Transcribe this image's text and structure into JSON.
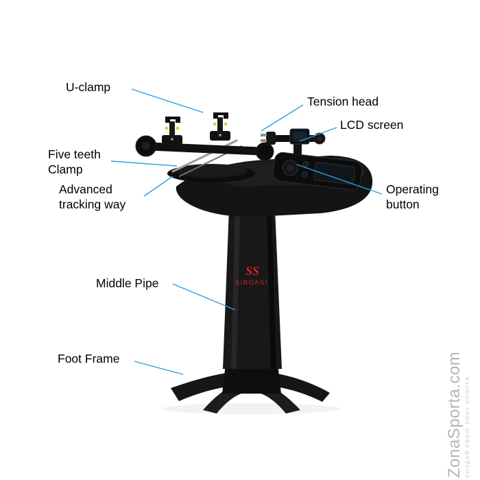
{
  "callouts": {
    "u_clamp": {
      "text": "U-clamp"
    },
    "tension_head": {
      "text": "Tension head"
    },
    "lcd_screen": {
      "text": "LCD screen"
    },
    "five_teeth_clamp": {
      "line1": "Five teeth",
      "line2": "Clamp"
    },
    "advanced_tracking": {
      "line1": "Advanced",
      "line2": "tracking way"
    },
    "operating_button": {
      "line1": "Operating",
      "line2": "button"
    },
    "middle_pipe": {
      "text": "Middle Pipe"
    },
    "foot_frame": {
      "text": "Foot Frame"
    }
  },
  "machine": {
    "logo": "SS",
    "brand": "SIBOASI"
  },
  "watermark": {
    "main": "ZonaSporta.com",
    "tagline": "СОЗДАЙ СВОЮ ЗОНУ СПОРТА"
  },
  "colors": {
    "leader_line": "#2d9fe0",
    "brand_red": "#d42127",
    "label_text": "#000000",
    "watermark": "#b5b5b5",
    "machine_body": "#151515",
    "clamp_accent": "#f0c419"
  }
}
